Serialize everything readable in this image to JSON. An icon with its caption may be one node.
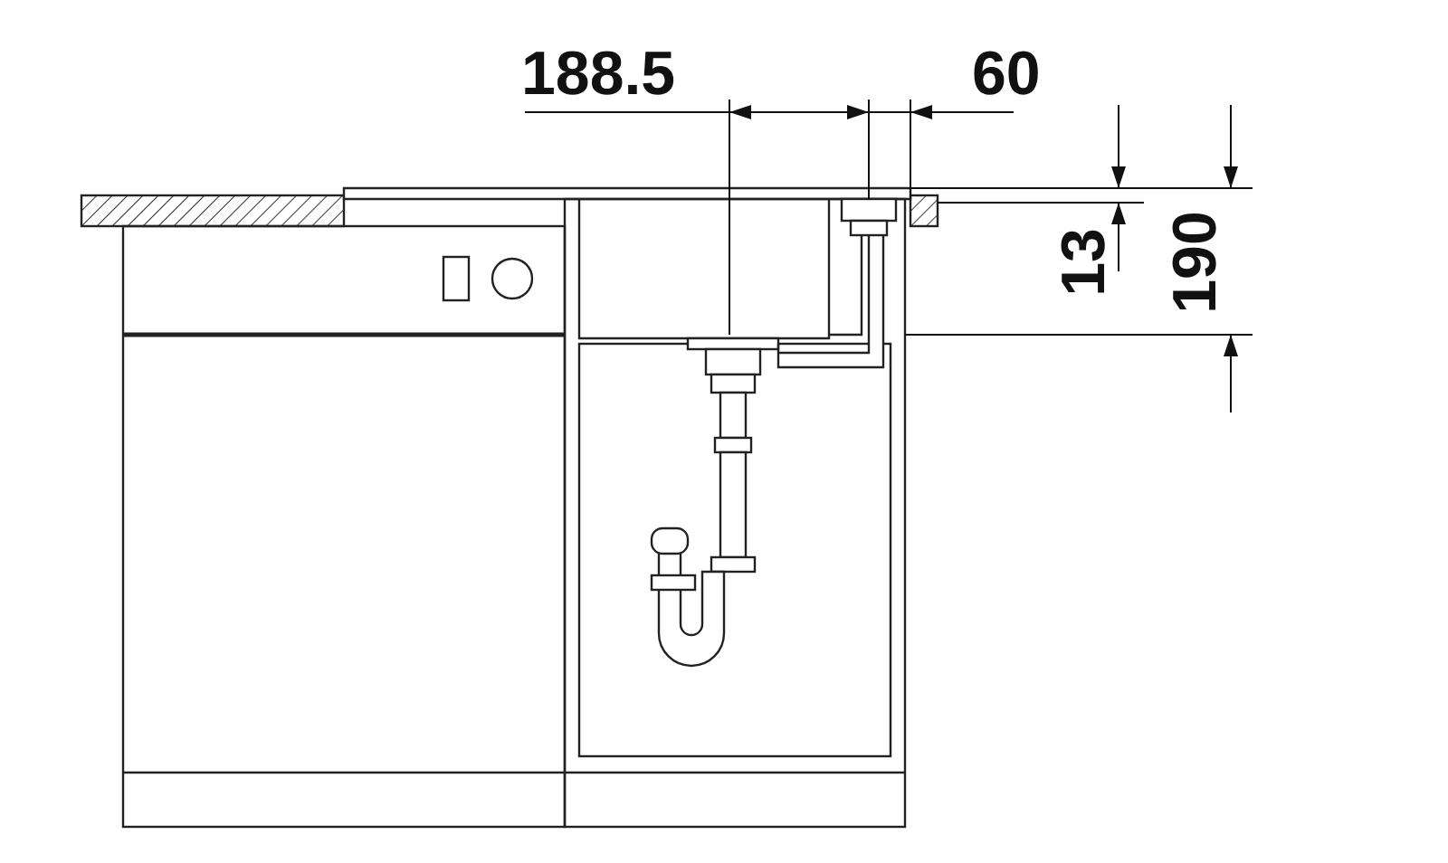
{
  "diagram": {
    "labels": [
      "188.5",
      "60",
      "13",
      "190"
    ]
  }
}
